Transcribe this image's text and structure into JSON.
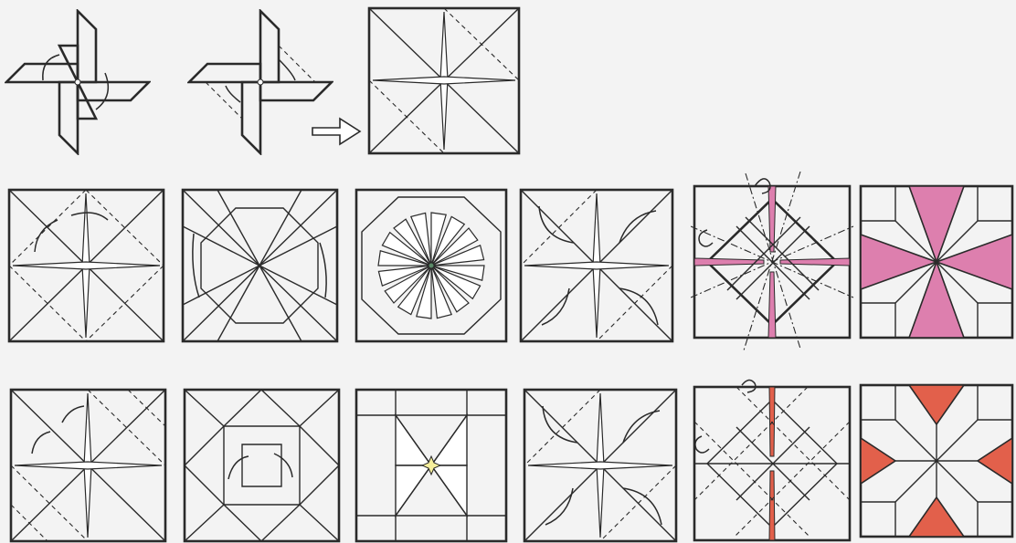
{
  "colors": {
    "red": "#e2604b",
    "green": "#5a8a68",
    "pink": "#dd7fae",
    "yellow": "#f6ef9c",
    "white": "#ffffff",
    "line": "#2a2a2a",
    "background": "#f3f3f3"
  },
  "rows": [
    {
      "id": "row-1",
      "steps": [
        "pinwheel-a",
        "pinwheel-b",
        "arrow",
        "red-square-open"
      ]
    },
    {
      "id": "row-2",
      "steps": [
        "green-creased",
        "green-collapsed",
        "green-white-rays",
        "pink-curl",
        "white-diamond",
        "pink-white-bowtie"
      ]
    },
    {
      "id": "row-3",
      "steps": [
        "yellow-creased",
        "yellow-folded",
        "yellow-collapsed",
        "red-curl",
        "white-grid",
        "red-white-bowtie"
      ]
    }
  ],
  "symbols": [
    "fold-arrow-icon",
    "next-step-arrow-icon",
    "turn-over-icon"
  ]
}
